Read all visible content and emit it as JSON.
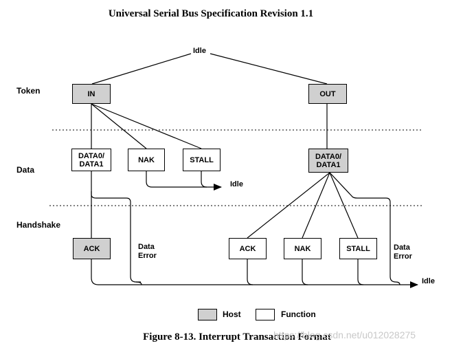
{
  "header": {
    "title": "Universal Serial Bus Specification Revision 1.1"
  },
  "phases": {
    "token": "Token",
    "data": "Data",
    "handshake": "Handshake"
  },
  "diagram": {
    "idle_top": "Idle",
    "idle_mid": "Idle",
    "idle_bottom": "Idle",
    "token_in": "IN",
    "token_out": "OUT",
    "in_data": "DATA0/\nDATA1",
    "in_nak": "NAK",
    "in_stall": "STALL",
    "out_data": "DATA0/\nDATA1",
    "in_ack": "ACK",
    "in_data_error": "Data\nError",
    "out_ack": "ACK",
    "out_nak": "NAK",
    "out_stall": "STALL",
    "out_data_error": "Data\nError"
  },
  "legend": {
    "host": "Host",
    "function": "Function"
  },
  "caption": "Figure 8-13.  Interrupt Transaction Format",
  "watermark": "https://blog.csdn.net/u012028275",
  "colors": {
    "host_fill": "#d0d0d0",
    "function_fill": "#ffffff",
    "line": "#000000"
  }
}
